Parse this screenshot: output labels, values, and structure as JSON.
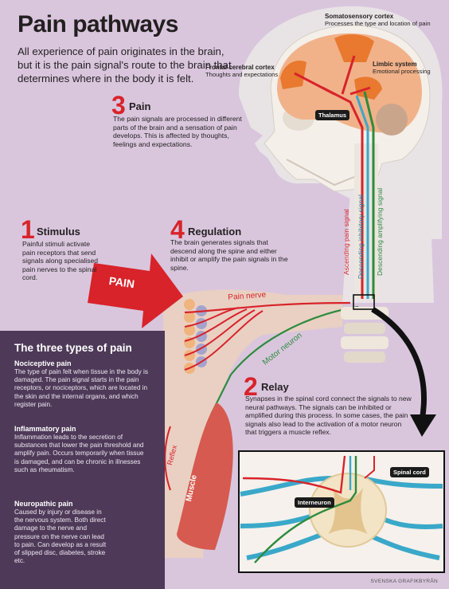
{
  "title": "Pain pathways",
  "intro": "All experience of pain originates in the brain, but it is the pain signal's route to the brain that determines where in the body it is felt.",
  "brain_labels": {
    "somatosensory_title": "Somatosensory cortex",
    "somatosensory_desc": "Processes the type and location of pain",
    "frontal_title": "Frontal cerebral cortex",
    "frontal_desc": "Thoughts and expectations",
    "limbic_title": "Limbic system",
    "limbic_desc": "Emotional processing",
    "thalamus": "Thalamus"
  },
  "steps": {
    "pain": {
      "num": "3",
      "head": "Pain",
      "body": "The pain signals are processed in different parts of the brain and a sensation of pain develops. This is affected by thoughts, feelings and expectations."
    },
    "stimulus": {
      "num": "1",
      "head": "Stimulus",
      "body": "Painful stimuli activate pain receptors that send signals along specialised pain nerves to the spinal cord."
    },
    "regulation": {
      "num": "4",
      "head": "Regulation",
      "body": "The brain generates signals that descend along the spine and either inhibit or amplify the pain signals in the spine."
    },
    "relay": {
      "num": "2",
      "head": "Relay",
      "body": "Synapses in the spinal cord connect the signals to new neural pathways. The signals can be inhibited or amplified during this process. In some cases, the pain signals also lead to the activation of a motor neuron that triggers a muscle reflex."
    }
  },
  "pathway_labels": {
    "ascending": "Ascending pain signal",
    "inhibitory": "Descending inhibitory signal",
    "amplifying": "Descending amplifying signal",
    "pain_nerve": "Pain nerve",
    "motor_neuron": "Motor neuron",
    "reflex": "Reflex",
    "muscle": "Muscle",
    "pain_arrow": "PAIN",
    "spinal_cord": "Spinal cord",
    "interneuron": "Interneuron"
  },
  "panel": {
    "heading": "The three types of pain",
    "types": [
      {
        "name": "Nociceptive pain",
        "text": "The type of pain felt when tissue in the body is damaged. The pain signal starts in the pain receptors, or nociceptors, which are located in the skin and the internal organs, and which register pain."
      },
      {
        "name": "Inflammatory pain",
        "text": "Inflammation leads to the secretion of substances that lower the pain threshold and amplify pain. Occurs temporarily when tissue is damaged, and can be chronic in illnesses such as rheumatism."
      },
      {
        "name": "Neuropathic pain",
        "text": "Caused by injury or disease in the nervous system. Both direct damage to the nerve and pressure on the nerve can lead to pain. Can develop as a result of slipped disc, diabetes, stroke etc."
      }
    ]
  },
  "credit": "SVENSKA GRAFIKBYRÅN",
  "colors": {
    "background": "#d9c6dd",
    "ascending": "#d8232a",
    "inhibitory": "#3aa8c9",
    "amplifying": "#2e8b3e",
    "panel": "#4e3a58"
  }
}
